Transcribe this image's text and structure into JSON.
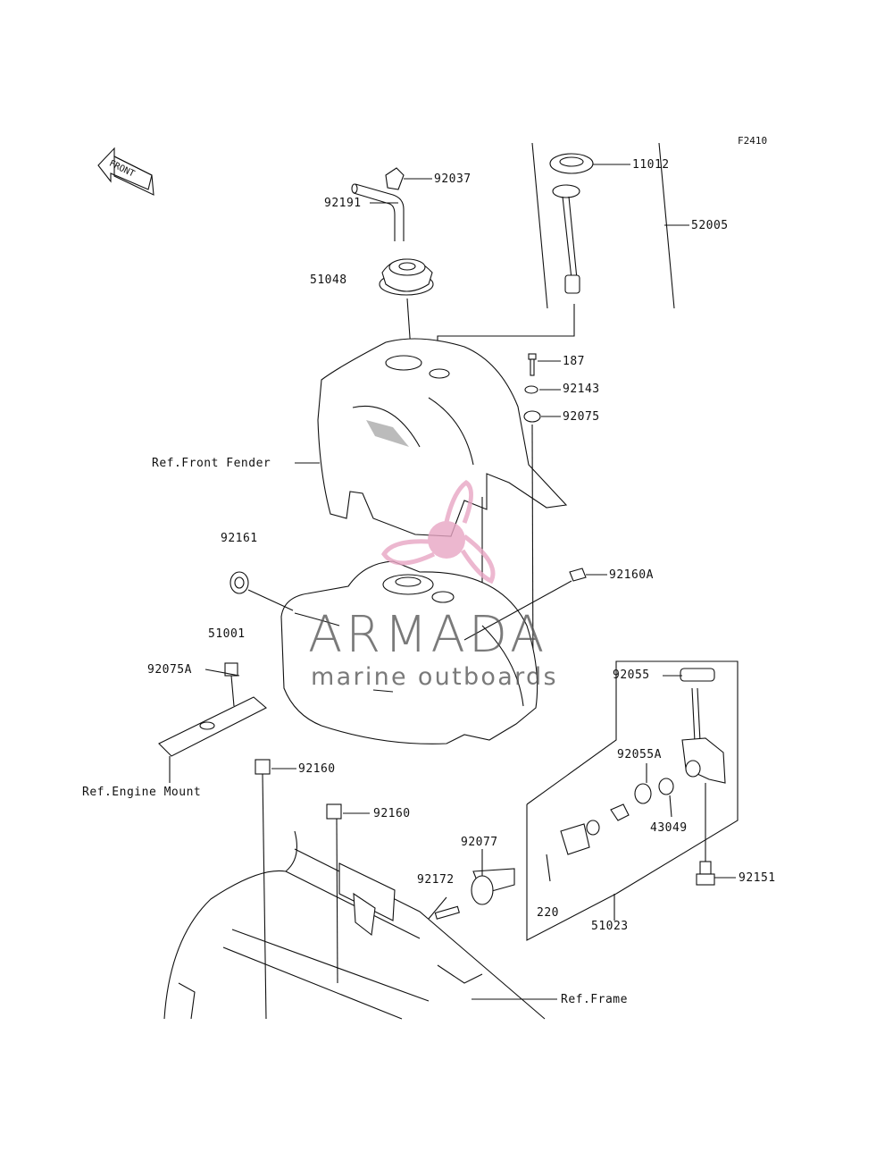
{
  "figure_id": "F2410",
  "front_arrow_label": "FRONT",
  "parts": [
    {
      "key": "p11012",
      "number": "11012"
    },
    {
      "key": "p52005",
      "number": "52005"
    },
    {
      "key": "p92037",
      "number": "92037"
    },
    {
      "key": "p92191",
      "number": "92191"
    },
    {
      "key": "p51048",
      "number": "51048"
    },
    {
      "key": "p187",
      "number": "187"
    },
    {
      "key": "p92143",
      "number": "92143"
    },
    {
      "key": "p92075",
      "number": "92075"
    },
    {
      "key": "p92161",
      "number": "92161"
    },
    {
      "key": "p92160A",
      "number": "92160A"
    },
    {
      "key": "p51001",
      "number": "51001"
    },
    {
      "key": "p92075A",
      "number": "92075A"
    },
    {
      "key": "p92055",
      "number": "92055"
    },
    {
      "key": "p92055A",
      "number": "92055A"
    },
    {
      "key": "p43049",
      "number": "43049"
    },
    {
      "key": "p92160a",
      "number": "92160"
    },
    {
      "key": "p92160b",
      "number": "92160"
    },
    {
      "key": "p92077",
      "number": "92077"
    },
    {
      "key": "p92172",
      "number": "92172"
    },
    {
      "key": "p220",
      "number": "220"
    },
    {
      "key": "p51023",
      "number": "51023"
    },
    {
      "key": "p92151",
      "number": "92151"
    }
  ],
  "references": {
    "front_fender": "Ref.Front Fender",
    "engine_mount": "Ref.Engine Mount",
    "frame": "Ref.Frame"
  },
  "watermark": {
    "brand": "ARMADA",
    "tagline": "marine outboards",
    "brand_color": "#e8a6c4",
    "text_color": "#555555"
  }
}
